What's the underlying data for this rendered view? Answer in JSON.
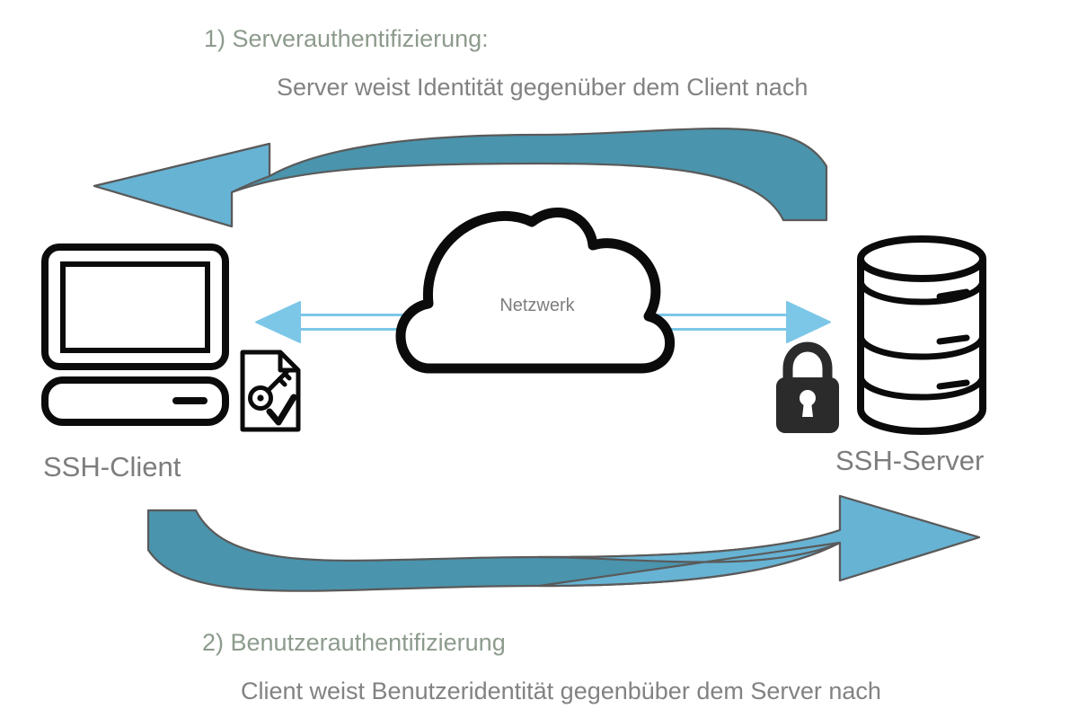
{
  "page": {
    "title": "SSH Authentifizierung",
    "background_color": "#ffffff"
  },
  "palette": {
    "arrow_dark_teal": "#4a94ad",
    "arrow_light_teal": "#67b3d4",
    "arrow_outline": "#5a5a5a",
    "thin_arrow_fill": "#7cc7e8",
    "thin_arrow_stroke": "#bde3f4",
    "heading_green": "#8d9b8d",
    "body_gray": "#828282",
    "label_gray": "#7d7d7d",
    "ink_black": "#0b0b0b",
    "lock_dark": "#2b2b2b"
  },
  "annotations": {
    "top": {
      "line1": "1) Serverauthentifizierung:",
      "line2": "Server weist Identität gegenüber dem Client nach"
    },
    "bottom": {
      "line1": "2) Benutzerauthentifizierung",
      "line2": "Client weist Benutzeridentität gegenbüber dem Server nach"
    }
  },
  "nodes": {
    "client": {
      "label": "SSH-Client",
      "icon": "desktop-computer-icon",
      "badge_icon": "certificate-key-check-icon"
    },
    "server": {
      "label": "SSH-Server",
      "icon": "database-cylinder-icon",
      "badge_icon": "padlock-closed-icon"
    },
    "network": {
      "label": "Netzwerk",
      "icon": "cloud-icon"
    }
  },
  "connectors": {
    "top_arc": {
      "name": "server-to-client-arc",
      "direction": "right-to-left",
      "description": "Serverauthentifizierung"
    },
    "bottom_arc": {
      "name": "client-to-server-arc",
      "direction": "left-to-right",
      "description": "Benutzerauthentifizierung"
    },
    "center_link": {
      "name": "bidirectional-network-link",
      "direction": "bidirectional"
    }
  }
}
